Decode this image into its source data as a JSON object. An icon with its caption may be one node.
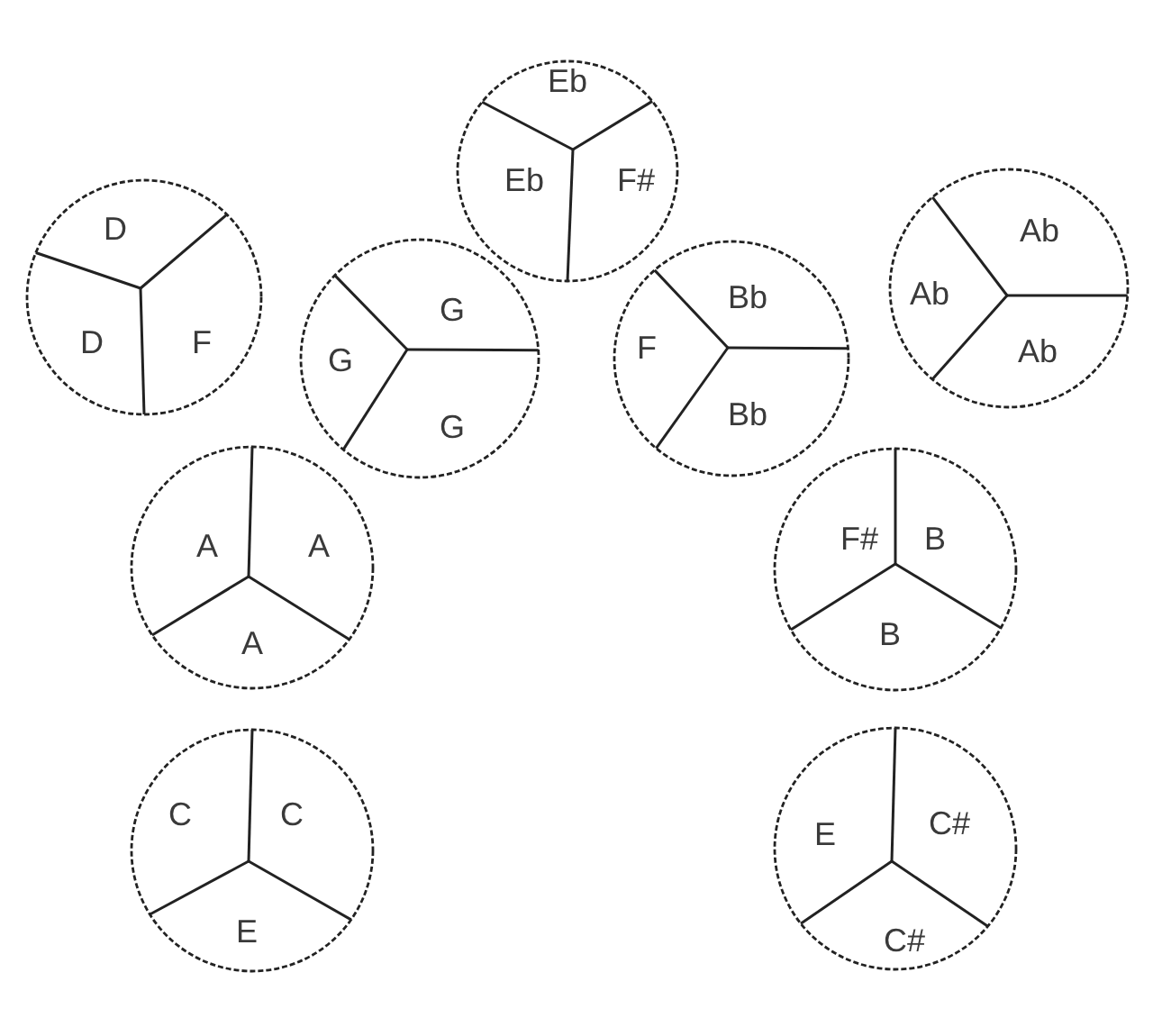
{
  "diagram": {
    "nodes": [
      {
        "text": [
          "Eb",
          "Eb",
          "F#"
        ]
      },
      {
        "text": [
          "D",
          "D",
          "F"
        ]
      },
      {
        "text": [
          "G",
          "G",
          "G"
        ]
      },
      {
        "text": [
          "Bb",
          "F",
          "Bb"
        ]
      },
      {
        "text": [
          "Ab",
          "Ab",
          "Ab"
        ]
      },
      {
        "text": [
          "A",
          "A",
          "A"
        ]
      },
      {
        "text": [
          "F#",
          "B",
          "B"
        ]
      },
      {
        "text": [
          "C",
          "C",
          "E"
        ]
      },
      {
        "text": [
          "E",
          "C#",
          "C#"
        ]
      }
    ],
    "edges": []
  }
}
